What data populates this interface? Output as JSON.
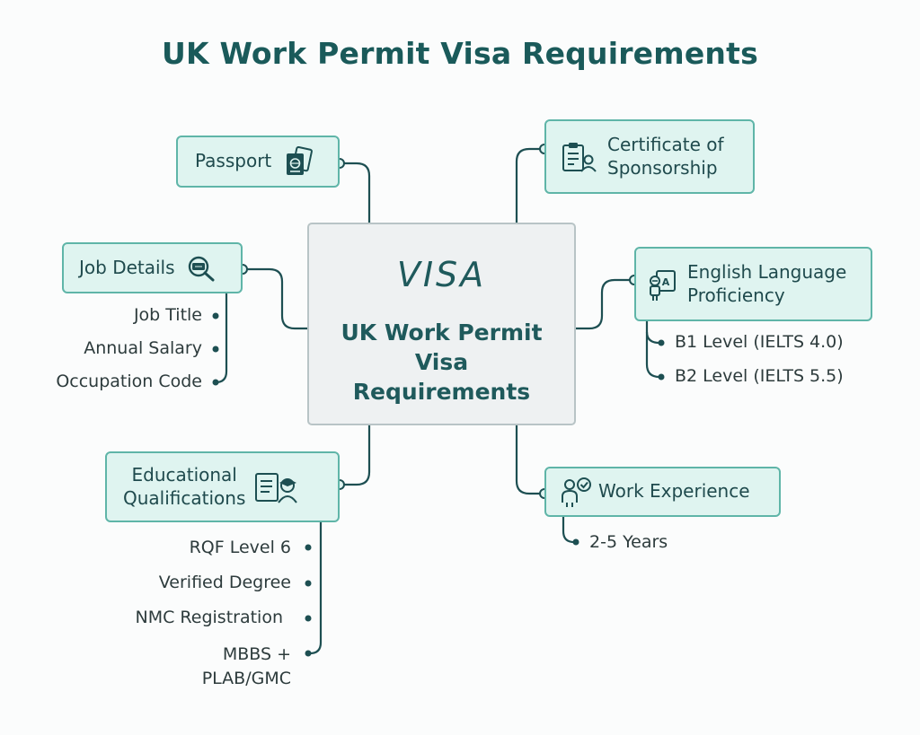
{
  "title": "UK Work Permit Visa Requirements",
  "center": {
    "badge": "VISA",
    "line1": "UK Work Permit",
    "line2": "Visa",
    "line3": "Requirements"
  },
  "nodes": {
    "passport": {
      "label": "Passport",
      "icon": "passport-icon"
    },
    "job_details": {
      "label": "Job Details",
      "icon": "job-search-icon",
      "items": [
        "Job Title",
        "Annual Salary",
        "Occupation Code"
      ]
    },
    "education": {
      "line1": "Educational",
      "line2": "Qualifications",
      "icon": "diploma-graduate-icon",
      "items": [
        "RQF Level 6",
        "Verified Degree",
        "NMC Registration"
      ],
      "last_item_line1": "MBBS +",
      "last_item_line2": "PLAB/GMC"
    },
    "sponsorship": {
      "line1": "Certificate of",
      "line2": "Sponsorship",
      "icon": "certificate-person-icon"
    },
    "english": {
      "line1": "English Language",
      "line2": "Proficiency",
      "icon": "language-speaker-icon",
      "items": [
        "B1 Level (IELTS 4.0)",
        "B2 Level (IELTS 5.5)"
      ]
    },
    "experience": {
      "label": "Work Experience",
      "icon": "worker-check-icon",
      "items": [
        "2-5 Years"
      ]
    }
  },
  "colors": {
    "node_fill": "#dff4f0",
    "node_border": "#5fb5a8",
    "connector": "#1d4f52",
    "title": "#1a5a5a"
  }
}
